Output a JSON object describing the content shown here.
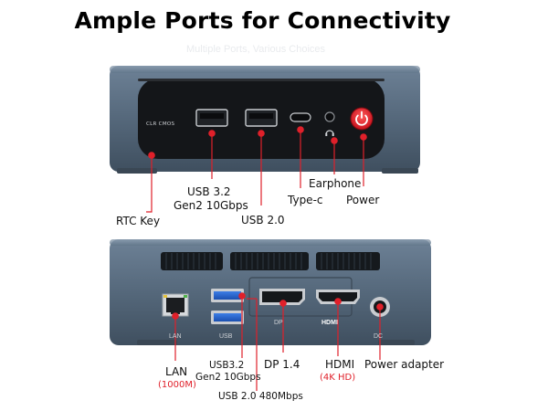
{
  "title": "Ample Ports for Connectivity",
  "subtitle": "Multiple Ports, Various Choices",
  "front": {
    "panel_text": "CLR CMOS",
    "callouts": {
      "rtc_key": "RTC Key",
      "usb32_line1": "USB 3.2",
      "usb32_line2": "Gen2 10Gbps",
      "usb20": "USB 2.0",
      "typec": "Type-c",
      "earphone": "Earphone",
      "power": "Power"
    }
  },
  "rear": {
    "port_marks": {
      "lan": "LAN",
      "usb": "USB",
      "dp": "DP",
      "hdmi": "HDMI",
      "dc": "DC"
    },
    "callouts": {
      "lan": "LAN",
      "lan_speed": "(1000M)",
      "usb32_line1": "USB3.2",
      "usb32_line2": "Gen2 10Gbps",
      "usb20": "USB 2.0 480Mbps",
      "dp": "DP 1.4",
      "hdmi": "HDMI",
      "hdmi_res": "(4K HD)",
      "power_adapter": "Power adapter"
    }
  },
  "colors": {
    "accent": "#e0202a",
    "chassis": "#5b6f82",
    "front_panel": "#141619"
  }
}
